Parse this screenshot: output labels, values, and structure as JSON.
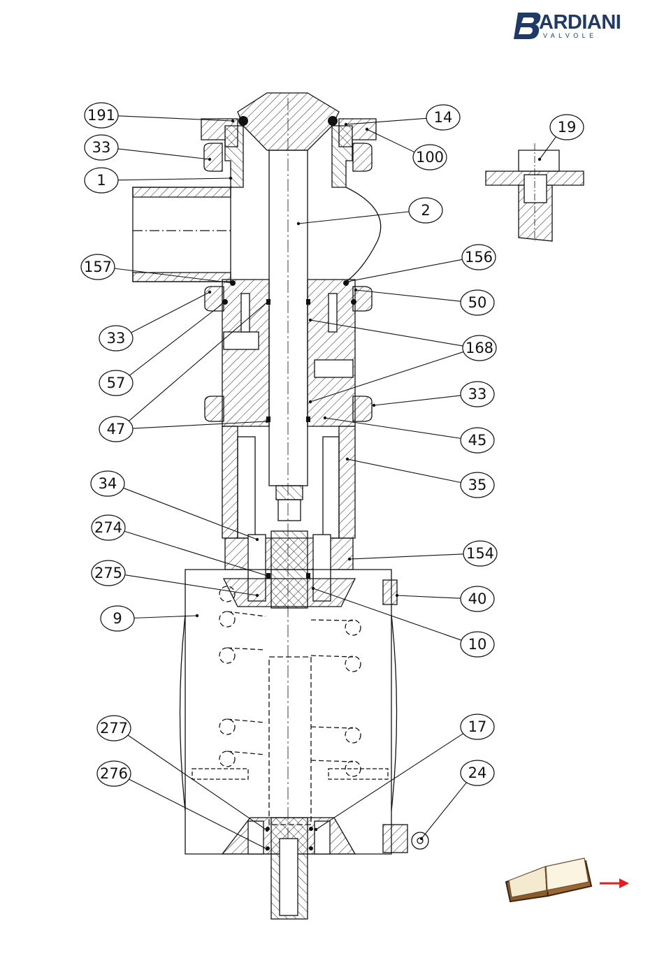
{
  "brand": {
    "name": "BARDIANI",
    "initial": "B",
    "rest": "ARDIANI",
    "subtitle": "VALVOLE",
    "color": "#1f3a66"
  },
  "diagram": {
    "line_color": "#111111",
    "callouts": [
      {
        "id": "191"
      },
      {
        "id": "33"
      },
      {
        "id": "1"
      },
      {
        "id": "14"
      },
      {
        "id": "100"
      },
      {
        "id": "19"
      },
      {
        "id": "2"
      },
      {
        "id": "157"
      },
      {
        "id": "156"
      },
      {
        "id": "50"
      },
      {
        "id": "33"
      },
      {
        "id": "168"
      },
      {
        "id": "57"
      },
      {
        "id": "33"
      },
      {
        "id": "47"
      },
      {
        "id": "45"
      },
      {
        "id": "35"
      },
      {
        "id": "34"
      },
      {
        "id": "274"
      },
      {
        "id": "154"
      },
      {
        "id": "275"
      },
      {
        "id": "40"
      },
      {
        "id": "9"
      },
      {
        "id": "10"
      },
      {
        "id": "277"
      },
      {
        "id": "17"
      },
      {
        "id": "276"
      },
      {
        "id": "24"
      }
    ]
  },
  "nav": {
    "book_icon": "open-book-icon",
    "arrow_icon": "arrow-right-icon",
    "arrow_color": "#e02020"
  }
}
